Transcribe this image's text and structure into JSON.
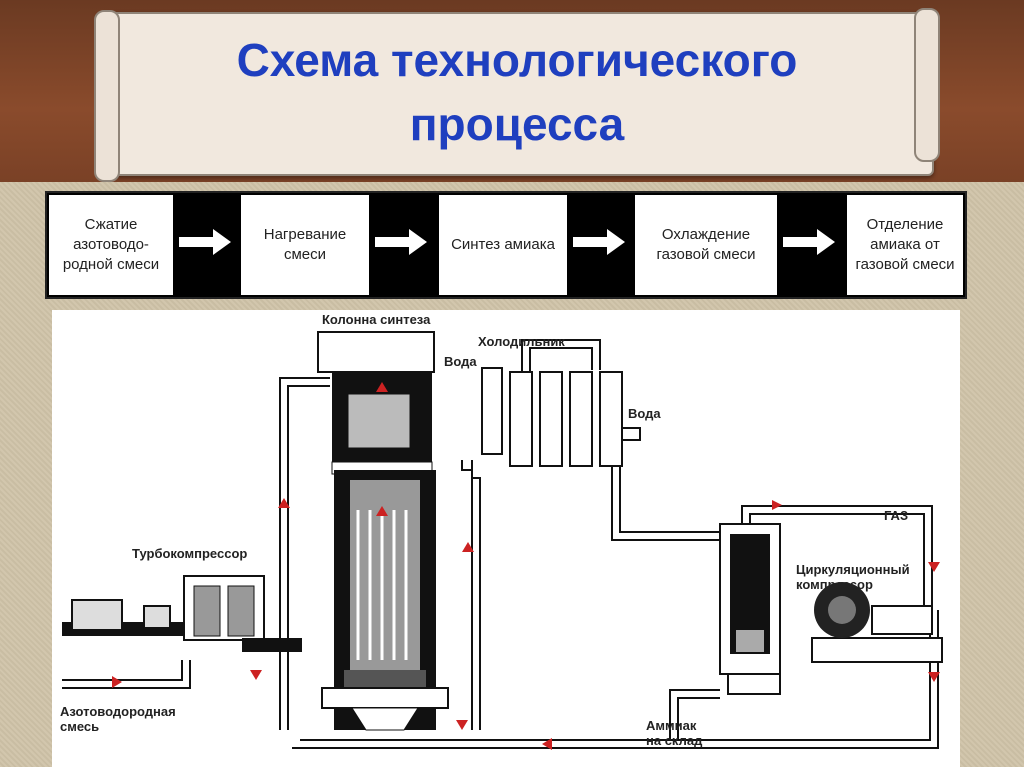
{
  "title": {
    "line1": "Схема технологического",
    "line2": "процесса"
  },
  "flow_steps": [
    {
      "label": "Сжатие азотоводо-родной смеси"
    },
    {
      "label": "Нагревание смеси"
    },
    {
      "label": "Синтез амиака"
    },
    {
      "label": "Охлаждение газовой смеси"
    },
    {
      "label": "Отделение амиака от газовой смеси"
    }
  ],
  "diagram_labels": {
    "column": "Колонна синтеза",
    "water1": "Вода",
    "cooler": "Холодильник",
    "water2": "Вода",
    "gas": "ГАЗ",
    "turbo": "Турбокомпрессор",
    "circ_line1": "Циркуляционный",
    "circ_line2": "компрессор",
    "feed_line1": "Азотоводородная",
    "feed_line2": "смесь",
    "ammonia_line1": "Аммиак",
    "ammonia_line2": "на склад"
  },
  "colors": {
    "title": "#1f3fbf",
    "arrows": "#cc2222",
    "header_bg": "#7a4126"
  }
}
